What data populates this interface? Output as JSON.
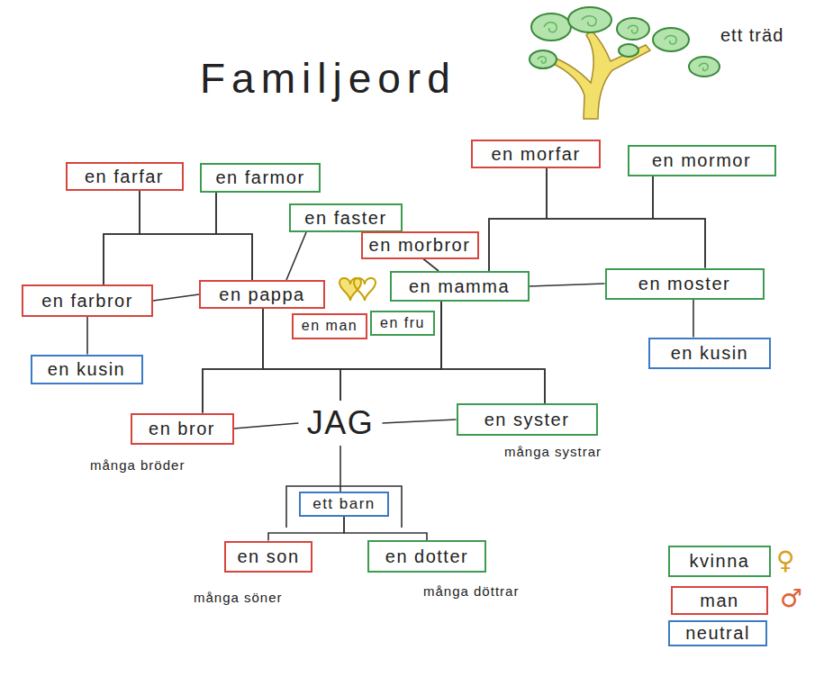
{
  "diagram": {
    "title": "Familjeord",
    "nodes": [
      {
        "text": [
          "en farfar"
        ]
      },
      {
        "text": [
          "en farmor"
        ]
      },
      {
        "text": [
          "en morfar"
        ]
      },
      {
        "text": [
          "en mormor"
        ]
      },
      {
        "text": [
          "en faster"
        ]
      },
      {
        "text": [
          "en morbror"
        ]
      },
      {
        "text": [
          "en farbror"
        ]
      },
      {
        "text": [
          "en pappa"
        ]
      },
      {
        "text": [
          "en mamma"
        ]
      },
      {
        "text": [
          "en moster"
        ]
      },
      {
        "text": [
          "en man"
        ]
      },
      {
        "text": [
          "en fru"
        ]
      },
      {
        "text": [
          "en kusin"
        ]
      },
      {
        "text": [
          "en kusin"
        ]
      },
      {
        "text": [
          "en bror"
        ]
      },
      {
        "text": [
          "JAG"
        ]
      },
      {
        "text": [
          "en syster"
        ]
      },
      {
        "text": [
          "ett barn"
        ]
      },
      {
        "text": [
          "en son"
        ]
      },
      {
        "text": [
          "en dotter"
        ]
      }
    ],
    "edges": [
      {
        "from": 0,
        "to": 6,
        "arrow": "none"
      },
      {
        "from": 0,
        "to": 7,
        "arrow": "none"
      },
      {
        "from": 1,
        "to": 6,
        "arrow": "none"
      },
      {
        "from": 1,
        "to": 7,
        "arrow": "none"
      },
      {
        "from": 2,
        "to": 8,
        "arrow": "none"
      },
      {
        "from": 2,
        "to": 9,
        "arrow": "none"
      },
      {
        "from": 3,
        "to": 8,
        "arrow": "none"
      },
      {
        "from": 3,
        "to": 9,
        "arrow": "none"
      },
      {
        "from": 4,
        "to": 7,
        "arrow": "none"
      },
      {
        "from": 5,
        "to": 8,
        "arrow": "none"
      },
      {
        "from": 6,
        "to": 7,
        "arrow": "none"
      },
      {
        "from": 8,
        "to": 9,
        "arrow": "none"
      },
      {
        "from": 6,
        "to": 12,
        "arrow": "none"
      },
      {
        "from": 9,
        "to": 13,
        "arrow": "none"
      },
      {
        "from": 7,
        "to": 14,
        "arrow": "none"
      },
      {
        "from": 7,
        "to": 15,
        "arrow": "none"
      },
      {
        "from": 7,
        "to": 16,
        "arrow": "none"
      },
      {
        "from": 8,
        "to": 14,
        "arrow": "none"
      },
      {
        "from": 8,
        "to": 15,
        "arrow": "none"
      },
      {
        "from": 8,
        "to": 16,
        "arrow": "none"
      },
      {
        "from": 14,
        "to": 15,
        "arrow": "none"
      },
      {
        "from": 15,
        "to": 16,
        "arrow": "none"
      },
      {
        "from": 15,
        "to": 17,
        "arrow": "none"
      },
      {
        "from": 17,
        "to": 18,
        "arrow": "none"
      },
      {
        "from": 17,
        "to": 19,
        "arrow": "none"
      }
    ],
    "labels": [
      "ett träd",
      "många bröder",
      "många systrar",
      "många söner",
      "många döttrar",
      "♀",
      "♂"
    ],
    "legend": [
      {
        "text": "kvinna",
        "color": "#3d9b50"
      },
      {
        "text": "man",
        "color": "#d8453c"
      },
      {
        "text": "neutral",
        "color": "#3b7bc4"
      }
    ]
  }
}
